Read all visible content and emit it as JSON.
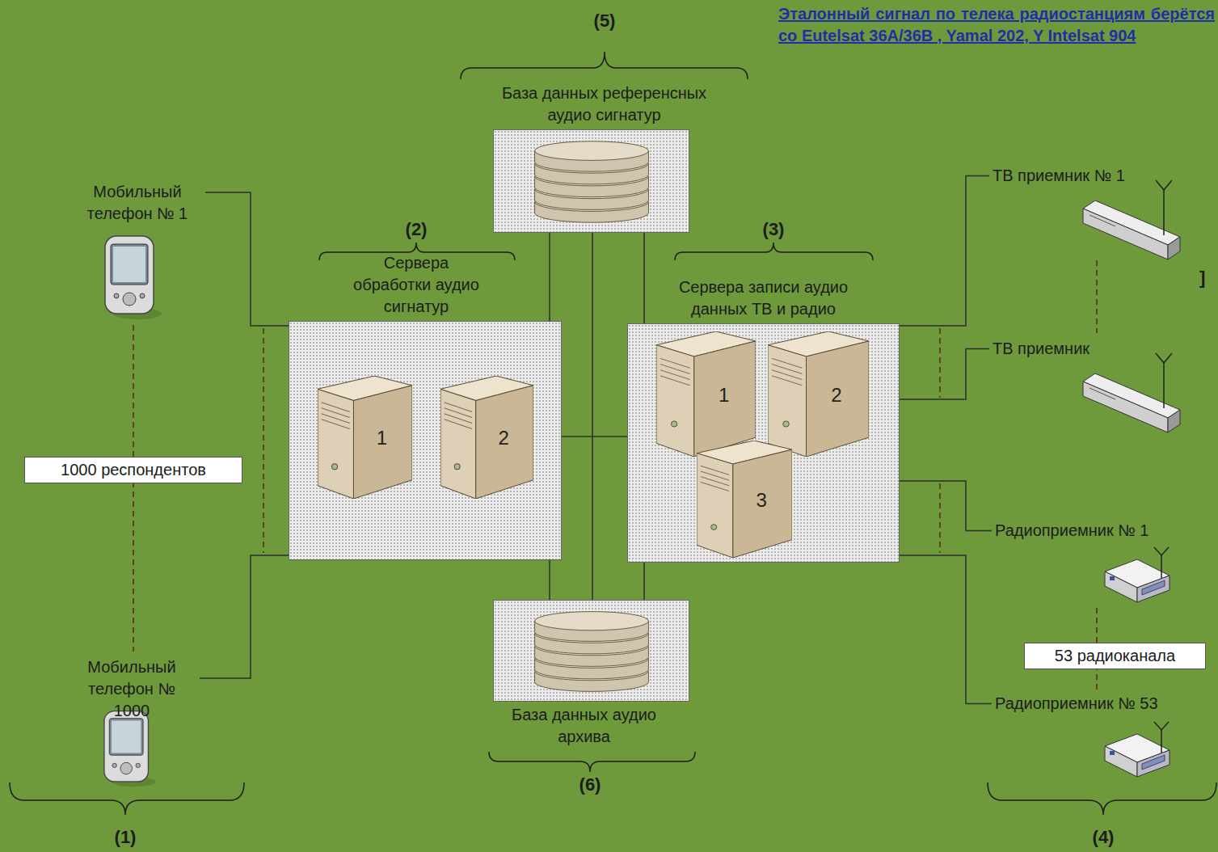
{
  "diagram": {
    "nodes": [
      {
        "text": [
          "Мобильный телефон № 1"
        ]
      },
      {
        "text": [
          "Мобильный телефон № 1000"
        ]
      },
      {
        "text": [
          "1000 респондентов"
        ]
      },
      {
        "text": [
          "Сервера обработки аудио сигнатур"
        ]
      },
      {
        "text": [
          "1"
        ],
        "in": 3
      },
      {
        "text": [
          "2"
        ],
        "in": 3
      },
      {
        "text": [
          "Сервера записи аудио данных ТВ и радио"
        ]
      },
      {
        "text": [
          "1"
        ],
        "in": 6
      },
      {
        "text": [
          "2"
        ],
        "in": 6
      },
      {
        "text": [
          "3"
        ],
        "in": 6
      },
      {
        "text": [
          "База данных референсных аудио сигнатур"
        ]
      },
      {
        "text": [
          "База данных аудио архива"
        ]
      },
      {
        "text": [
          "ТВ приемник № 1"
        ]
      },
      {
        "text": [
          "ТВ приемник"
        ]
      },
      {
        "text": [
          "Радиоприемник № 1"
        ]
      },
      {
        "text": [
          "53 радиоканала"
        ]
      },
      {
        "text": [
          "Радиоприемник № 53"
        ]
      }
    ],
    "edges": [
      {
        "from": 0,
        "to": 3,
        "arrow": "none"
      },
      {
        "from": 1,
        "to": 3,
        "arrow": "none"
      },
      {
        "from": 3,
        "to": 6,
        "arrow": "none"
      },
      {
        "from": 3,
        "to": 10,
        "arrow": "none"
      },
      {
        "from": 3,
        "to": 11,
        "arrow": "none"
      },
      {
        "from": 6,
        "to": 10,
        "arrow": "none"
      },
      {
        "from": 6,
        "to": 11,
        "arrow": "none"
      },
      {
        "from": 10,
        "to": 11,
        "arrow": "none"
      },
      {
        "from": 6,
        "to": 12,
        "arrow": "none"
      },
      {
        "from": 6,
        "to": 13,
        "arrow": "none"
      },
      {
        "from": 6,
        "to": 14,
        "arrow": "none"
      },
      {
        "from": 6,
        "to": 16,
        "arrow": "none"
      }
    ],
    "labels": [
      "(5)",
      "Эталонный сигнал по телека радиостанциям берётся со Eutelsat 36A/36B , Yamal 202, Y Intelsat 904",
      "(2)",
      "(3)",
      "]",
      "(1)",
      "(6)",
      "(4)"
    ]
  }
}
